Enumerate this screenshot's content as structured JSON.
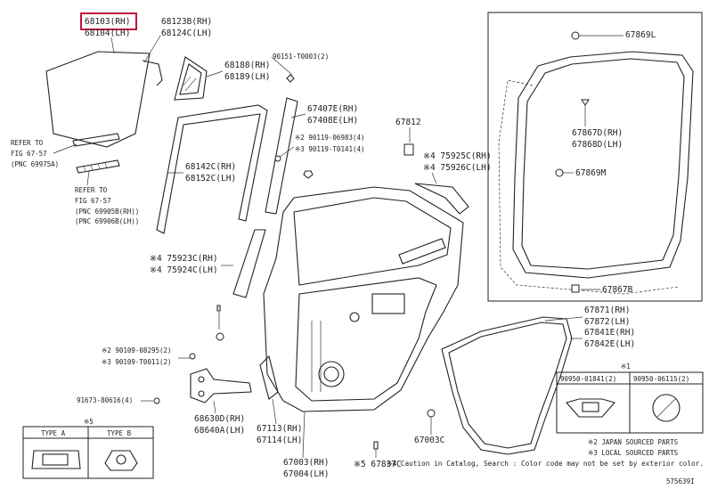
{
  "labels": {
    "l68103": "68103(RH)",
    "l68104": "68104(LH)",
    "l68123b": "68123B(RH)",
    "l68124c": "68124C(LH)",
    "l68188": "68188(RH)",
    "l68189": "68189(LH)",
    "l90151": "90151-T0003(2)",
    "l67407e": "67407E(RH)",
    "l67408e": "67408E(LH)",
    "l67812": "67812",
    "l90119a": "※2 90119-06983(4)",
    "l90119b": "※3 90119-T0141(4)",
    "l75925": "※4 75925C(RH)",
    "l75926": "※4 75926C(LH)",
    "l68142": "68142C(RH)",
    "l68152": "68152C(LH)",
    "l75923": "※4 75923C(RH)",
    "l75924": "※4 75924C(LH)",
    "l90109a": "※2 90109-08295(2)",
    "l90109b": "※3 90109-T0011(2)",
    "l91673": "91673-80616(4)",
    "l68630": "68630D(RH)",
    "l68640": "68640A(LH)",
    "l67113": "67113(RH)",
    "l67114": "67114(LH)",
    "l67003": "67003(RH)",
    "l67004": "67004(LH)",
    "l67837": "※5 67837C",
    "l67003c": "67003C",
    "l67871": "67871(RH)",
    "l67872": "67872(LH)",
    "l67841": "67841E(RH)",
    "l67842": "67842E(LH)",
    "l67869l": "67869L",
    "l67867d": "67867D(RH)",
    "l67868d": "67868D(LH)",
    "l67869m": "67869M",
    "l67867b": "67867B",
    "refer1a": "REFER TO",
    "refer1b": "FIG 67-57",
    "refer1c": "(PNC 69975A)",
    "refer2a": "REFER TO",
    "refer2b": "FIG 67-57",
    "refer2c": "(PNC 69905B(RH))",
    "refer2d": "(PNC 69906B(LH))"
  },
  "table1": {
    "mark": "※1",
    "col1": "90950-01841(2)",
    "col2": "90950-06115(2)"
  },
  "table5": {
    "mark": "※5",
    "col1": "TYPE A",
    "col2": "TYPE B"
  },
  "footnotes": {
    "n2": "※2 JAPAN SOURCED PARTS",
    "n3": "※3 LOCAL SOURCED PARTS",
    "n4": "※4 Caution in Catalog, Search : Color code may not be set by exterior color."
  },
  "figure_id": "575639I",
  "highlight_color": "#c0143c"
}
